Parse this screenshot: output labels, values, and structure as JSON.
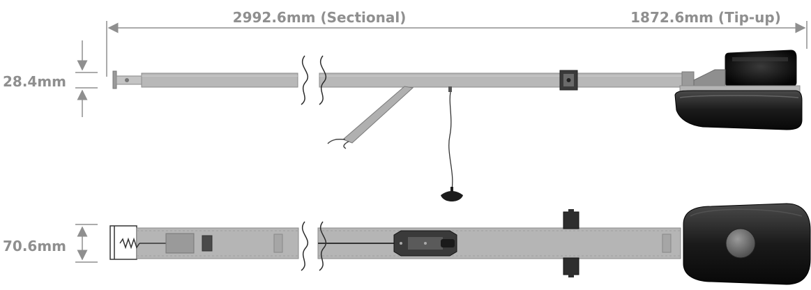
{
  "dimensions": {
    "length_sectional": "2992.6mm (Sectional)",
    "length_tipup": "1872.6mm (Tip-up)",
    "rail_height": "28.4mm",
    "rail_width": "70.6mm"
  },
  "colors": {
    "dimension_gray": "#8f8f8f",
    "rail_fill": "#b5b5b5",
    "rail_edge": "#8a8a8a",
    "motor_body": "#1e1e1e"
  }
}
